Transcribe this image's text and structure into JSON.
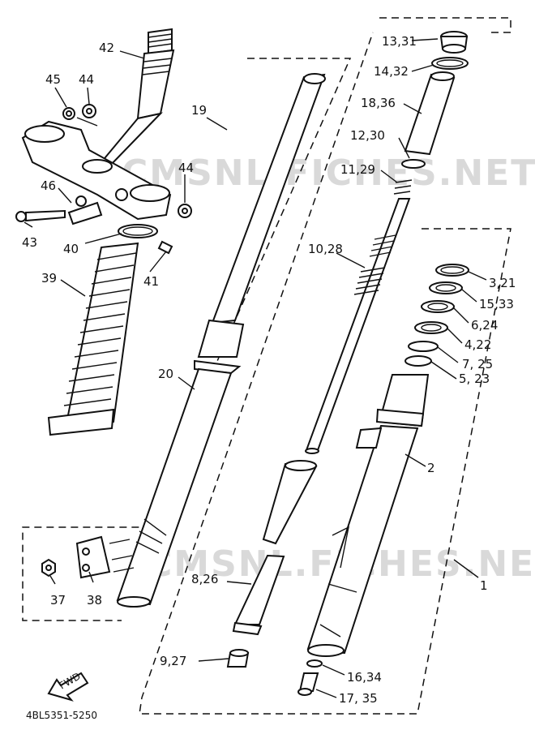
{
  "watermarks": [
    "CMSNL.FICHES.NET",
    "CMSNL.FICHES.NET"
  ],
  "footer": {
    "code": "4BL5351-5250",
    "fwd": "FWD"
  },
  "callouts": {
    "c42": "42",
    "c45": "45",
    "c44a": "44",
    "c19": "19",
    "c44b": "44",
    "c46": "46",
    "c43": "43",
    "c40": "40",
    "c41": "41",
    "c39": "39",
    "c20": "20",
    "c37": "37",
    "c38": "38",
    "c13": "13,31",
    "c14": "14,32",
    "c18": "18,36",
    "c12": "12,30",
    "c11": "11,29",
    "c10": "10,28",
    "c3": "3,21",
    "c15": "15,33",
    "c6": "6,24",
    "c4": "4,22",
    "c7": "7, 25",
    "c5": "5, 23",
    "c2": "2",
    "c1": "1",
    "c8": "8,26",
    "c9": "9,27",
    "c16": "16,34",
    "c17": "17, 35"
  }
}
